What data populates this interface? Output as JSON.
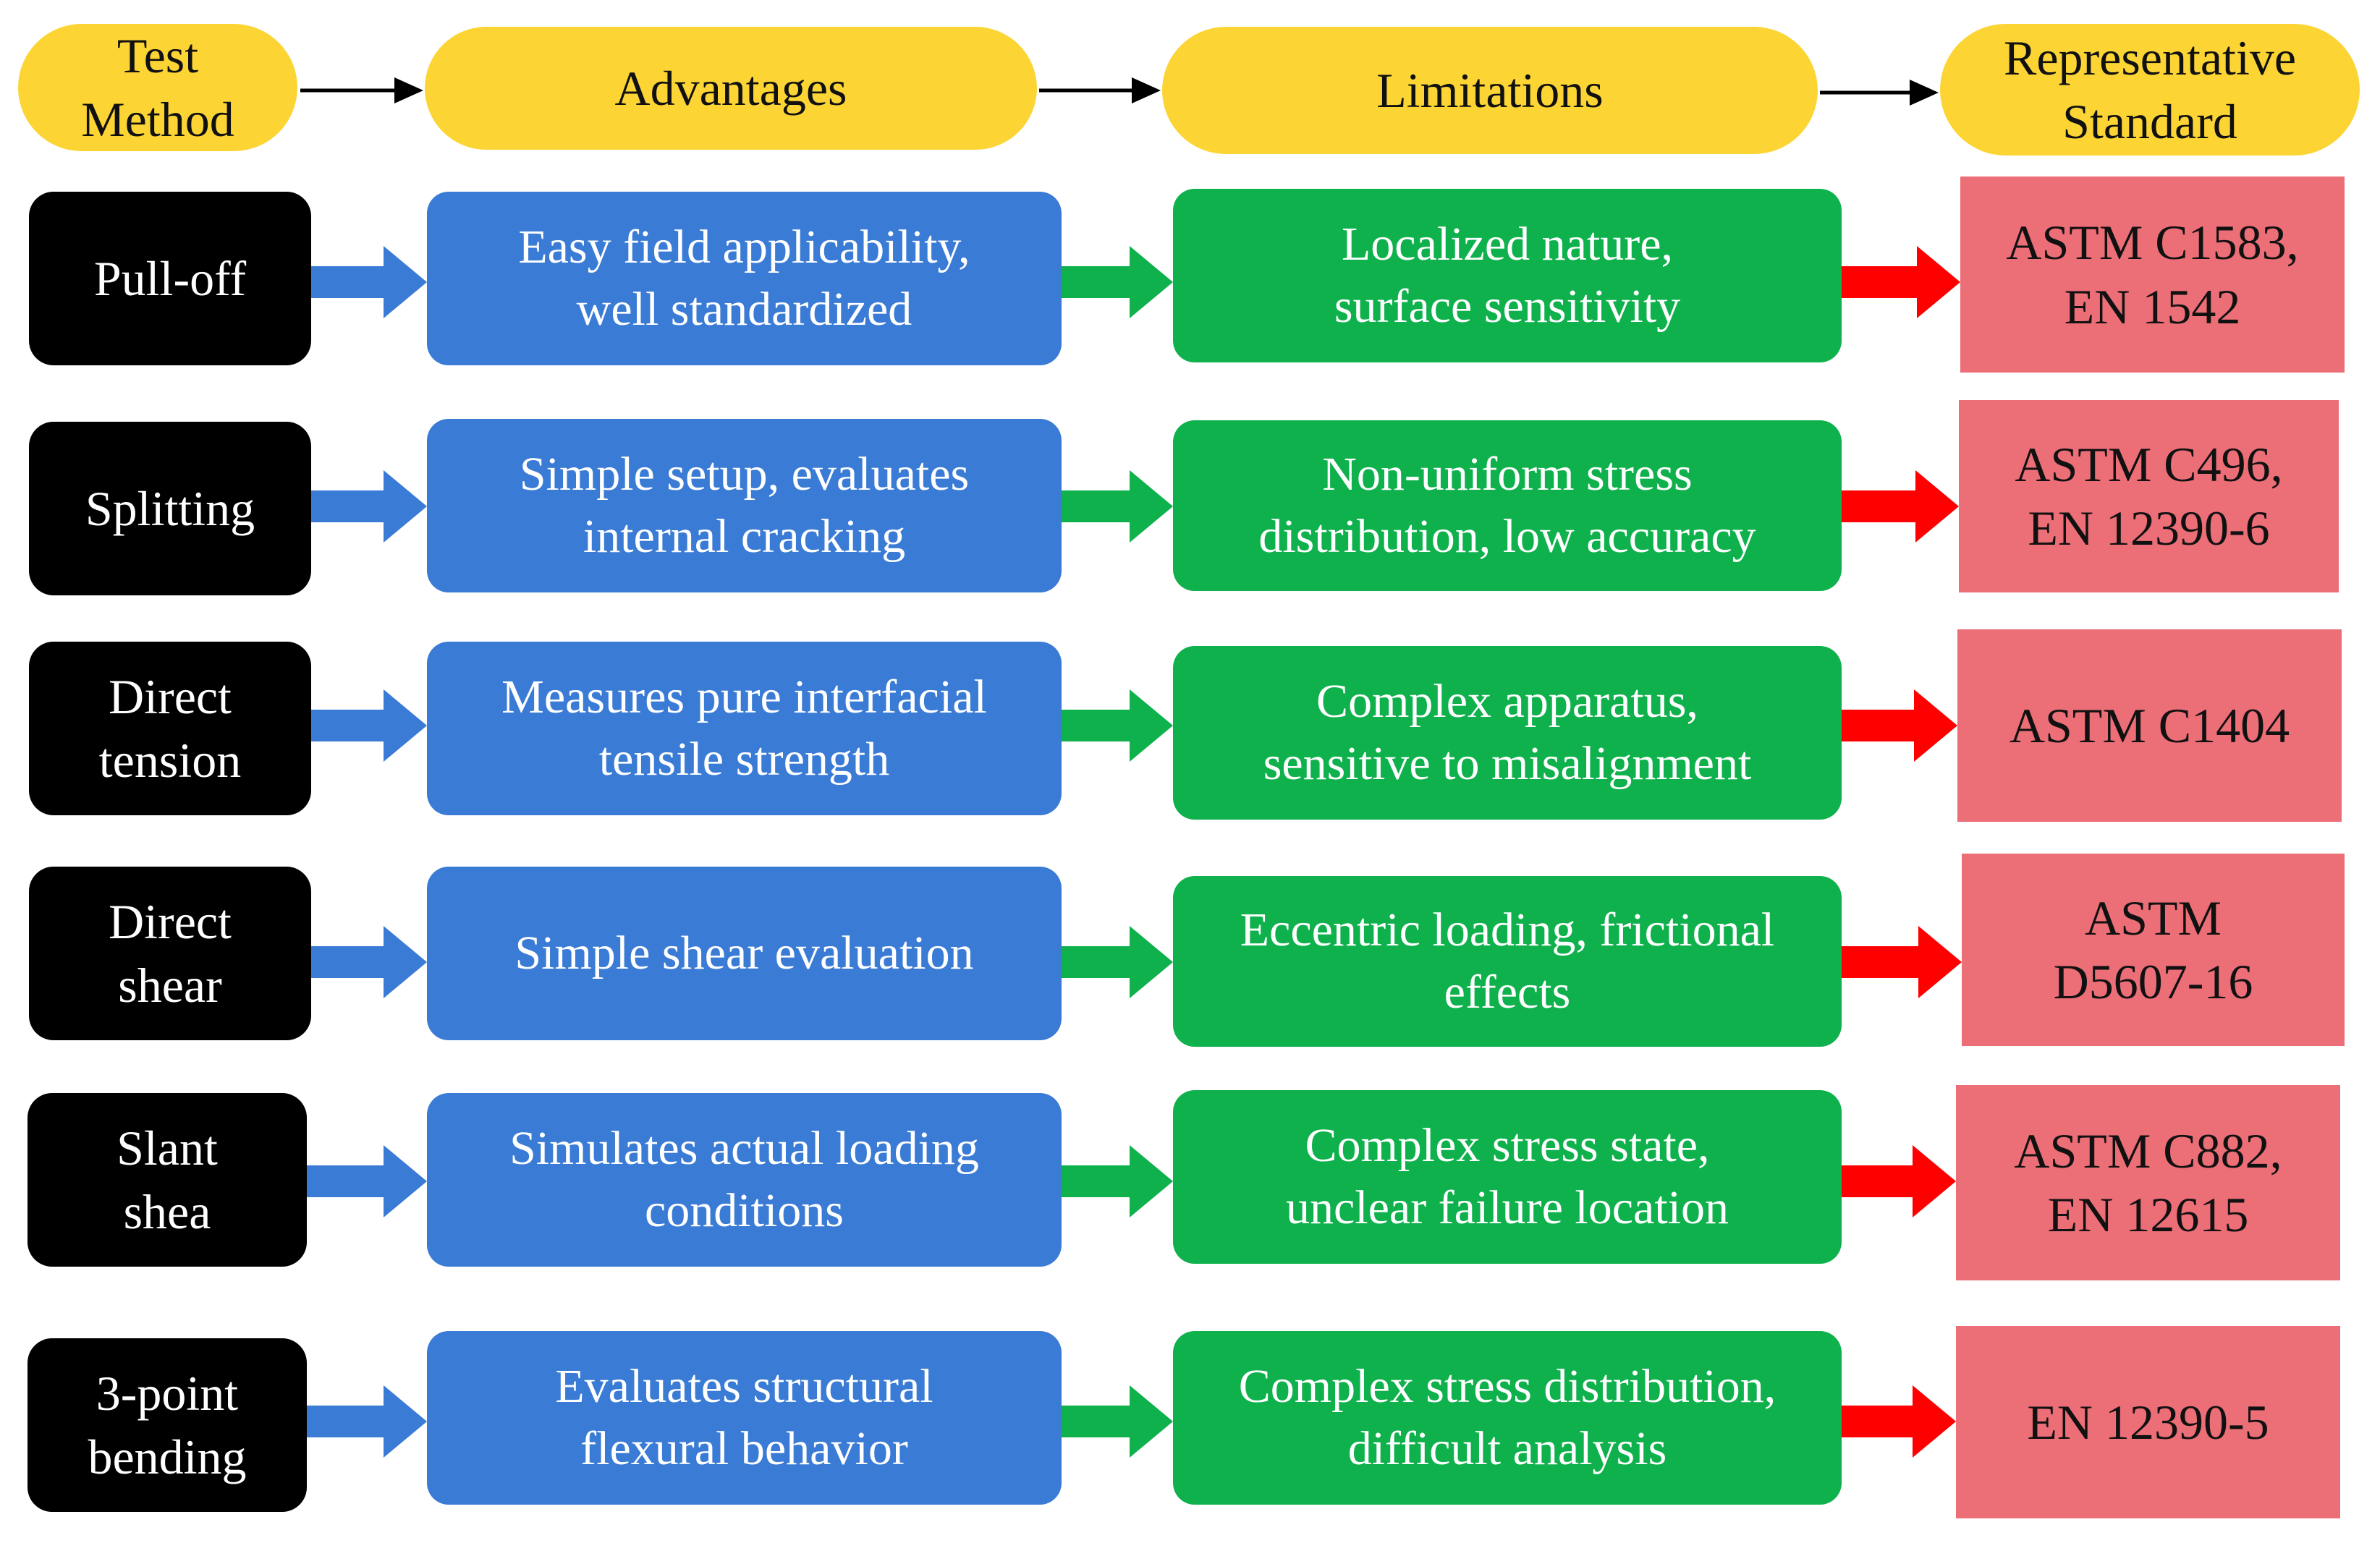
{
  "headers": {
    "test_method": "Test\nMethod",
    "advantages": "Advantages",
    "limitations": "Limitations",
    "representative_standard": "Representative\nStandard"
  },
  "rows": [
    {
      "method": "Pull-off",
      "advantages": "Easy field applicability,\nwell standardized",
      "limitations": "Localized nature,\nsurface sensitivity",
      "standard": "ASTM C1583,\nEN 1542"
    },
    {
      "method": "Splitting",
      "advantages": "Simple setup, evaluates\ninternal cracking",
      "limitations": "Non-uniform stress\ndistribution, low accuracy",
      "standard": "ASTM C496,\nEN 12390-6"
    },
    {
      "method": "Direct\ntension",
      "advantages": "Measures pure interfacial\ntensile strength",
      "limitations": "Complex apparatus,\nsensitive to misalignment",
      "standard": "ASTM C1404"
    },
    {
      "method": "Direct\nshear",
      "advantages": "Simple shear evaluation",
      "limitations": "Eccentric loading, frictional\neffects",
      "standard": "ASTM\nD5607-16"
    },
    {
      "method": "Slant\nshea",
      "advantages": "Simulates actual loading\nconditions",
      "limitations": "Complex stress state,\nunclear failure location",
      "standard": "ASTM C882,\nEN 12615"
    },
    {
      "method": "3-point\nbending",
      "advantages": "Evaluates structural\nflexural behavior",
      "limitations": "Complex stress distribution,\ndifficult analysis",
      "standard": "EN 12390-5"
    }
  ],
  "colors": {
    "header_fill": "#FCD535",
    "method_fill": "#000000",
    "advantage_fill": "#3A7BD5",
    "limitation_fill": "#0FB14C",
    "standard_fill": "#EC6E77",
    "arrow_blue": "#3A7BD5",
    "arrow_green": "#0FB14C",
    "arrow_red": "#FF0000",
    "header_arrow": "#000000"
  }
}
